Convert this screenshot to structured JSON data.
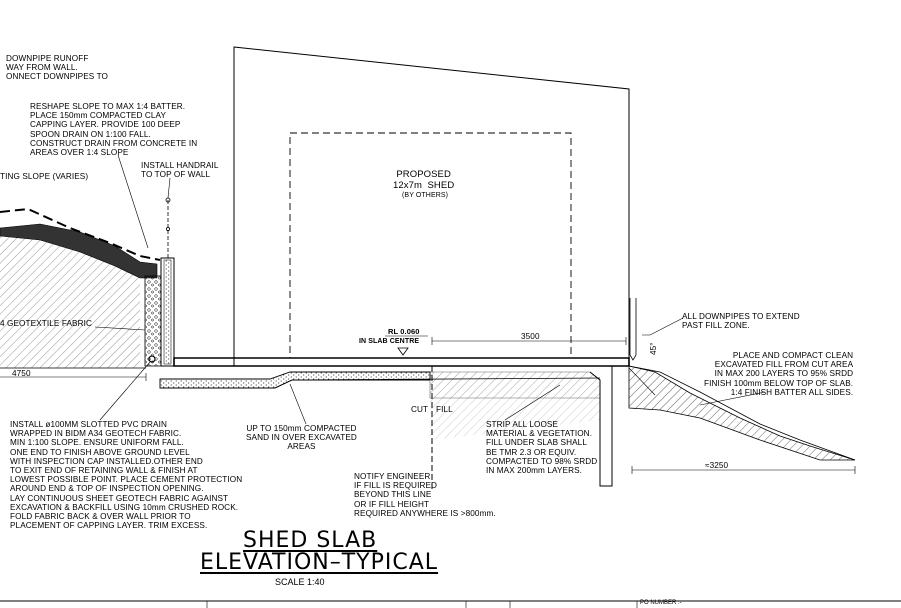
{
  "title": {
    "line1": "SHED SLAB",
    "line2": "ELEVATION–TYPICAL",
    "scale": "SCALE 1:40"
  },
  "shed": {
    "label": "PROPOSED\n12x7m  SHED",
    "sub": "(BY OTHERS)"
  },
  "levels": {
    "rl": "RL 0.060",
    "rl_sub": "IN SLAB CENTRE",
    "dim_3500": "3500",
    "dim_4750": "4750",
    "dim_3250": "≈3250",
    "angle": "45°",
    "cut": "CUT",
    "fill": "FILL"
  },
  "notes": {
    "downpipe_runoff": "DOWNPIPE RUNOFF\nWAY FROM WALL.\nONNECT DOWNPIPES TO",
    "reshape": "RESHAPE SLOPE TO MAX 1:4 BATTER.\nPLACE 150mm COMPACTED CLAY\nCAPPING LAYER. PROVIDE 100 DEEP\nSPOON DRAIN ON 1:100 FALL.\nCONSTRUCT DRAIN FROM CONCRETE IN\nAREAS OVER 1:4 SLOPE",
    "handrail": "INSTALL HANDRAIL\nTO TOP OF WALL",
    "existing_slope": "TING SLOPE (VARIES)",
    "geotextile": "4 GEOTEXTILE FABRIC",
    "downpipes_extend": "ALL DOWNPIPES TO EXTEND\nPAST FILL ZONE.",
    "place_compact": "PLACE AND COMPACT CLEAN\nEXCAVATED FILL FROM CUT AREA\nIN MAX 200 LAYERS TO 95% SRDD\nFINISH 100mm BELOW TOP OF SLAB.\n1:4 FINISH BATTER ALL SIDES.",
    "sand": "UP TO 150mm COMPACTED\nSAND IN OVER EXCAVATED\nAREAS",
    "strip": "STRIP ALL LOOSE\nMATERIAL & VEGETATION.\nFILL UNDER SLAB SHALL\nBE TMR 2.3 OR EQUIV.\nCOMPACTED TO 98% SRDD\nIN MAX 200mm LAYERS.",
    "notify": "NOTIFY ENGINEER\nIF FILL IS REQUIRED\nBEYOND THIS LINE\nOR IF FILL HEIGHT\nREQUIRED ANYWHERE IS >800mm.",
    "drain": "INSTALL ø100MM SLOTTED PVC DRAIN\nWRAPPED IN BIDM A34 GEOTECH FABRIC.\nMIN 1:100 SLOPE. ENSURE UNIFORM FALL.\nONE END TO FINISH ABOVE GROUND LEVEL\nWITH INSPECTION CAP INSTALLED.OTHER END\nTO EXIT END OF RETAINING WALL & FINISH AT\nLOWEST POSSIBLE POINT. PLACE CEMENT PROTECTION\nAROUND END & TOP OF INSPECTION OPENING.\nLAY CONTINUOUS SHEET GEOTECH FABRIC AGAINST\nEXCAVATION & BACKFILL USING 10mm CRUSHED ROCK.\nFOLD FABRIC BACK & OVER WALL PRIOR TO\nPLACEMENT OF CAPPING LAYER. TRIM EXCESS."
  },
  "title_block": {
    "po_number": "PO NUMBER :-"
  }
}
